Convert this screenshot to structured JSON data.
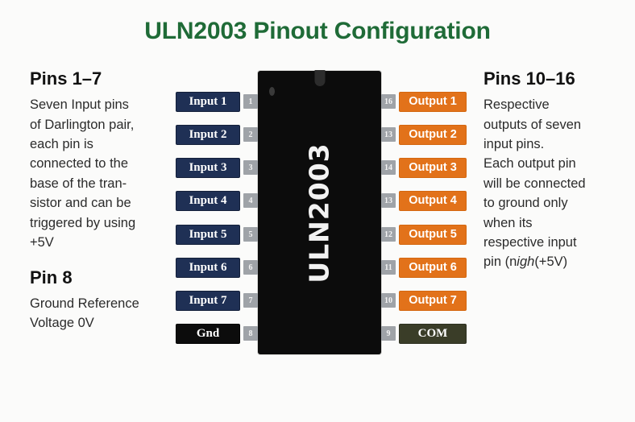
{
  "title": "ULN2003 Pinout Configuration",
  "colors": {
    "title_green": "#1f6b37",
    "input_navy": "#1f3055",
    "output_orange": "#e2721a",
    "gnd_black": "#0c0c0c",
    "com_olive": "#3a3d28",
    "pin_number_gray": "#9fa3a8",
    "chip_black": "#0c0c0c",
    "background": "#fbfbfa"
  },
  "left_column": {
    "heading": "Pins 1–7",
    "body": "Seven Input pins\nof Darlington pair,\neach pin is\nconnected to the\nbase of the tran-\nsistor and can be\ntriggered by using\n+5V",
    "heading2": "Pin 8",
    "body2": "Ground Reference\nVoltage 0V"
  },
  "right_column": {
    "heading": "Pins 10–16",
    "body_before": "Respective\noutputs of seven\ninput pins.\nEach output pin\nwill be connected\nto ground only\nwhen its\nrespective input\npin (n",
    "body_italic": "igh",
    "body_after": "(+5V)"
  },
  "chip": {
    "label": "ULN2003",
    "notch": "notch-marker",
    "dot": "pin1-dot-marker"
  },
  "left_pins": [
    {
      "num": "1",
      "label": "Input 1",
      "kind": "input"
    },
    {
      "num": "2",
      "label": "Input 2",
      "kind": "input"
    },
    {
      "num": "3",
      "label": "Input 3",
      "kind": "input"
    },
    {
      "num": "4",
      "label": "Input 4",
      "kind": "input"
    },
    {
      "num": "5",
      "label": "Input 5",
      "kind": "input"
    },
    {
      "num": "6",
      "label": "Input 6",
      "kind": "input"
    },
    {
      "num": "7",
      "label": "Input 7",
      "kind": "input"
    },
    {
      "num": "8",
      "label": "Gnd",
      "kind": "gnd"
    }
  ],
  "right_pins": [
    {
      "num": "16",
      "label": "Output 1",
      "kind": "output"
    },
    {
      "num": "13",
      "label": "Output 2",
      "kind": "output"
    },
    {
      "num": "14",
      "label": "Output 3",
      "kind": "output"
    },
    {
      "num": "13",
      "label": "Output 4",
      "kind": "output"
    },
    {
      "num": "12",
      "label": "Output 5",
      "kind": "output"
    },
    {
      "num": "11",
      "label": "Output 6",
      "kind": "output"
    },
    {
      "num": "10",
      "label": "Output 7",
      "kind": "output"
    },
    {
      "num": "9",
      "label": "COM",
      "kind": "com"
    }
  ]
}
